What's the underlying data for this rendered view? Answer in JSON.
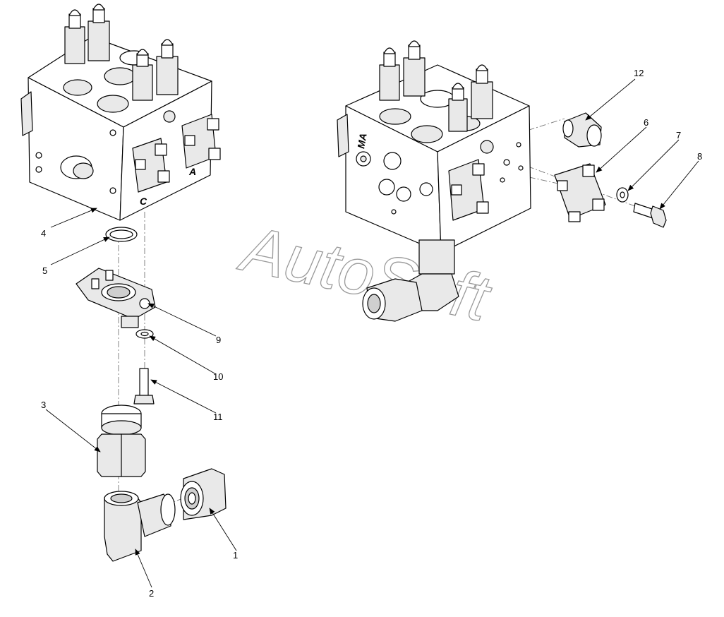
{
  "watermark": "AutoSoft",
  "ports": {
    "left_c": "C",
    "left_a": "A",
    "right_ma": "MA"
  },
  "callouts": [
    {
      "id": "1",
      "label": "1"
    },
    {
      "id": "2",
      "label": "2"
    },
    {
      "id": "3",
      "label": "3"
    },
    {
      "id": "4",
      "label": "4"
    },
    {
      "id": "5",
      "label": "5"
    },
    {
      "id": "6",
      "label": "6"
    },
    {
      "id": "7",
      "label": "7"
    },
    {
      "id": "8",
      "label": "8"
    },
    {
      "id": "9",
      "label": "9"
    },
    {
      "id": "10",
      "label": "10"
    },
    {
      "id": "11",
      "label": "11"
    },
    {
      "id": "12",
      "label": "12"
    }
  ]
}
